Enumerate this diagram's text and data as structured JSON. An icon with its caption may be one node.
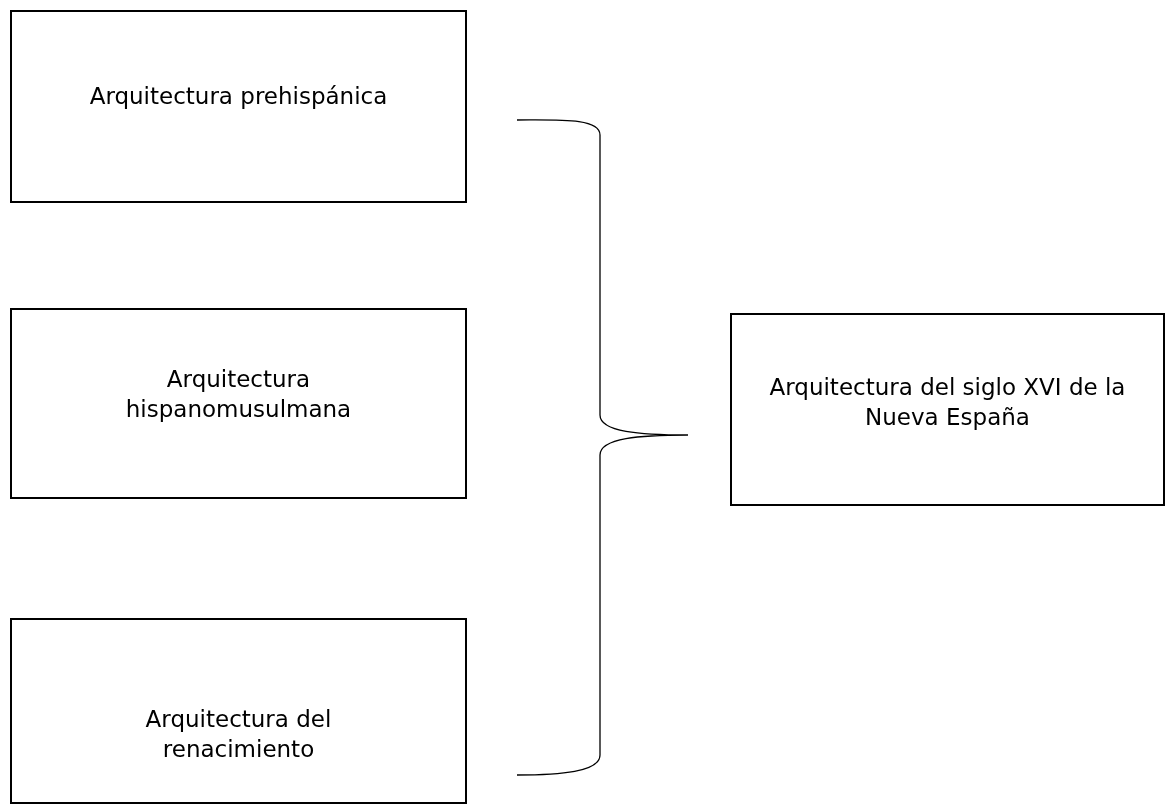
{
  "diagram": {
    "nodes": [
      {
        "text": [
          "Arquitectura prehispánica"
        ]
      },
      {
        "text": [
          "Arquitectura hispanomusulmana"
        ]
      },
      {
        "text": [
          "Arquitectura del renacimiento"
        ]
      },
      {
        "text": [
          "Arquitectura del siglo XVI de la Nueva España"
        ]
      }
    ]
  }
}
